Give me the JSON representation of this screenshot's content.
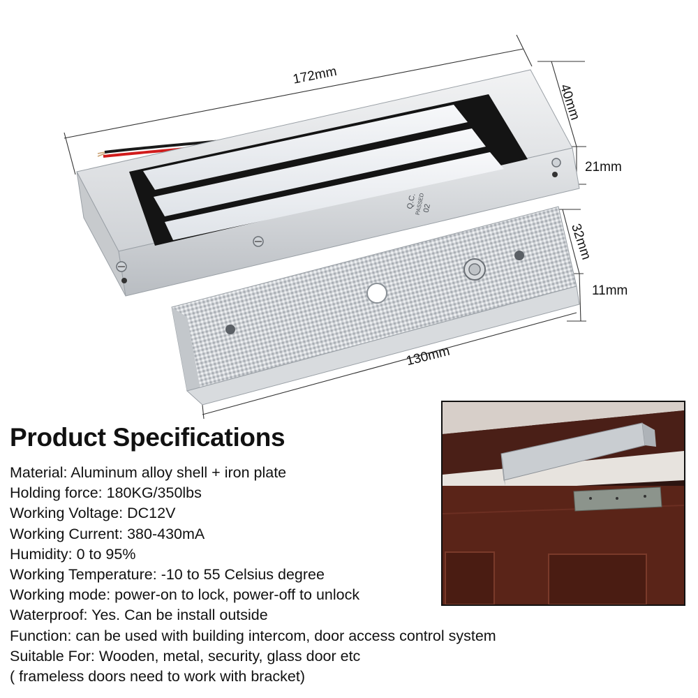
{
  "dimensions": {
    "length": "172mm",
    "width": "40mm",
    "height": "21mm",
    "plate_width": "32mm",
    "plate_height": "11mm",
    "plate_length": "130mm"
  },
  "product_stamp": {
    "line1": "Q.C.",
    "line2": "PASSED",
    "line3": "02"
  },
  "specs": {
    "title": "Product Specifications",
    "items": [
      "Material: Aluminum alloy shell + iron plate",
      "Holding force: 180KG/350lbs",
      "Working Voltage: DC12V",
      "Working Current: 380-430mA",
      "Humidity: 0 to 95%",
      "Working Temperature: -10 to 55 Celsius degree",
      "Working mode: power-on to lock, power-off to unlock",
      "Waterproof: Yes. Can be install outside",
      "Function: can be used with building intercom, door access control system",
      "Suitable For: Wooden, metal, security, glass door etc",
      "( frameless doors need to work with bracket)"
    ]
  },
  "colors": {
    "aluminum": "#d9dcdf",
    "magnet_black": "#141414",
    "wire_red": "#d11c1c",
    "door_wood": "#5a2418"
  }
}
